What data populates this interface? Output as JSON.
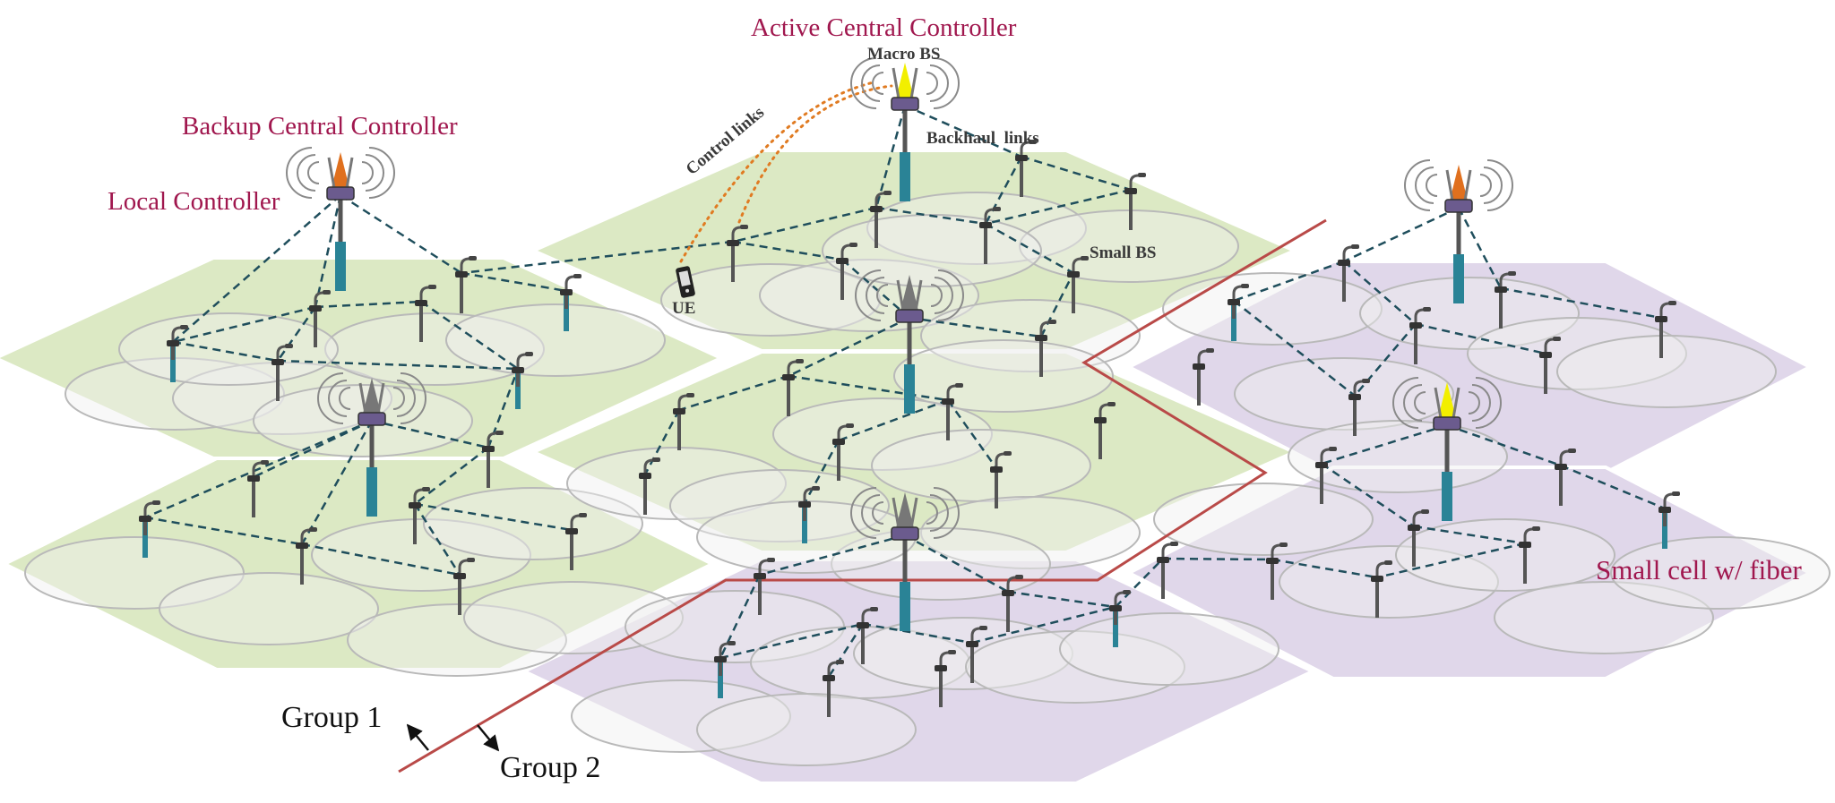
{
  "labels": {
    "active_central_controller": "Active Central Controller",
    "macro_bs": "Macro BS",
    "backup_central_controller": "Backup Central Controller",
    "local_controller": "Local Controller",
    "control_links": "Control links",
    "backhaul_links": "Backhaul  links",
    "small_bs": "Small BS",
    "ue": "UE",
    "small_cell_fiber": "Small cell w/ fiber",
    "group1": "Group 1",
    "group2": "Group 2"
  },
  "colors": {
    "group1_fill": "#dce9c4",
    "group2_fill": "#e0d7ea",
    "boundary": "#b94a48",
    "backhaul": "#1f4e5c",
    "control": "#e07b22",
    "fiber": "#2a8396",
    "active_antenna": "#f2ef00",
    "backup_antenna": "#e0701e",
    "label_red": "#a0174e"
  }
}
